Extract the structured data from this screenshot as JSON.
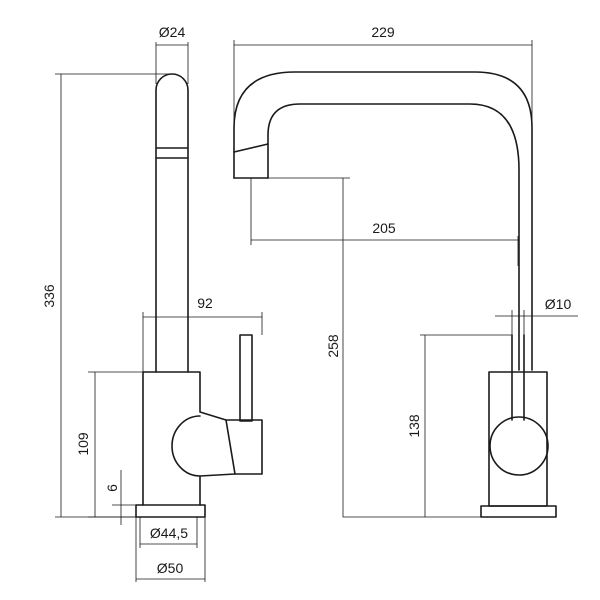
{
  "dimensions": {
    "spout_diameter": "Ø24",
    "overall_height": "336",
    "lever_reach": "92",
    "body_height": "109",
    "base_thickness": "6",
    "base_inner_diameter": "Ø44,5",
    "base_outer_diameter": "Ø50",
    "spout_reach_total": "229",
    "spout_reach": "205",
    "outlet_height": "258",
    "lever_diameter": "Ø10",
    "body_front_height": "138"
  },
  "colors": {
    "line": "#1a1a1a",
    "background": "#ffffff"
  }
}
